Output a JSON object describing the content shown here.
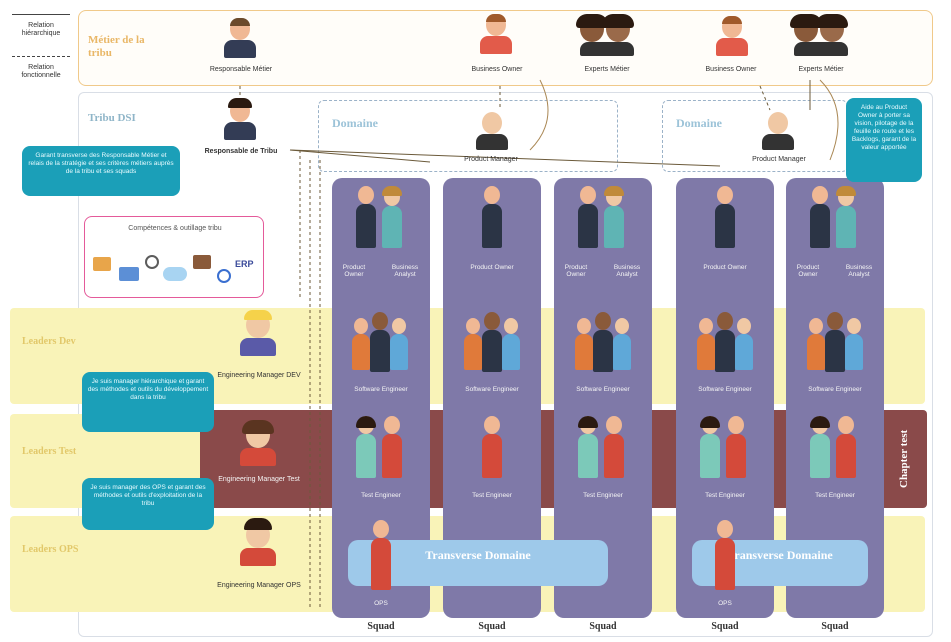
{
  "legend": {
    "solid_label": "Relation hiérarchique",
    "dashed_label": "Relation fonctionnelle"
  },
  "metier": {
    "title": "Métier de la tribu",
    "people": [
      {
        "label": "Responsable Métier"
      },
      {
        "label": "Business Owner"
      },
      {
        "label": "Experts Métier"
      },
      {
        "label": "Business Owner"
      },
      {
        "label": "Experts Métier"
      }
    ]
  },
  "tribu": {
    "title": "Tribu DSI",
    "leader_label": "Responsable de Tribu",
    "domains": [
      {
        "title": "Domaine",
        "manager_label": "Product Manager"
      },
      {
        "title": "Domaine",
        "manager_label": "Product Manager"
      }
    ]
  },
  "callouts": {
    "left_top": "Garant transverse des Responsable Métier et relais de la stratégie et ses critères métiers auprès de la tribu et ses squads",
    "right_top": "Aide au Product Owner à porter sa vision, pilotage de la feuille de route et les Backlogs, garant de la valeur apportée",
    "dev": "Je suis manager hiérarchique et garant des méthodes et outils du développement dans la tribu",
    "ops": "Je suis manager des OPS et garant des méthodes et outils d'exploitation de la tribu"
  },
  "tools": {
    "title": "Compétences & outillage tribu",
    "erp_label": "ERP"
  },
  "leads": [
    {
      "label": "Leaders Dev",
      "manager_label": "Engineering Manager DEV"
    },
    {
      "label": "Leaders Test",
      "manager_label": "Engineering Manager Test"
    },
    {
      "label": "Leaders OPS",
      "manager_label": "Engineering Manager OPS"
    }
  ],
  "chapter_label": "Chapter test",
  "squads": [
    {
      "label": "Squad",
      "po_label": "Product Owner",
      "ba_label": "Business Analyst",
      "dev_label": "Software Engineer",
      "test_label": "Test Engineer",
      "ops_label": "OPS"
    },
    {
      "label": "Squad",
      "po_label": "Product Owner",
      "ba_label": "",
      "dev_label": "Software Engineer",
      "test_label": "Test Engineer",
      "ops_label": ""
    },
    {
      "label": "Squad",
      "po_label": "Product Owner",
      "ba_label": "Business Analyst",
      "dev_label": "Software Engineer",
      "test_label": "Test Engineer",
      "ops_label": ""
    },
    {
      "label": "Squad",
      "po_label": "Product Owner",
      "ba_label": "",
      "dev_label": "Software Engineer",
      "test_label": "Test Engineer",
      "ops_label": "OPS"
    },
    {
      "label": "Squad",
      "po_label": "Product Owner",
      "ba_label": "Business Analyst",
      "dev_label": "Software Engineer",
      "test_label": "Test Engineer",
      "ops_label": ""
    }
  ],
  "transverse": [
    {
      "text": "Transverse Domaine"
    },
    {
      "text": "Transverse Domaine"
    }
  ],
  "colors": {
    "squad": "#7f79a8",
    "lead_band": "#f9f3b8",
    "chapter_band": "#8a4a4a",
    "callout": "#1b9fb8",
    "metier_border": "#f0c98a",
    "transverse": "#9ec9ea"
  }
}
